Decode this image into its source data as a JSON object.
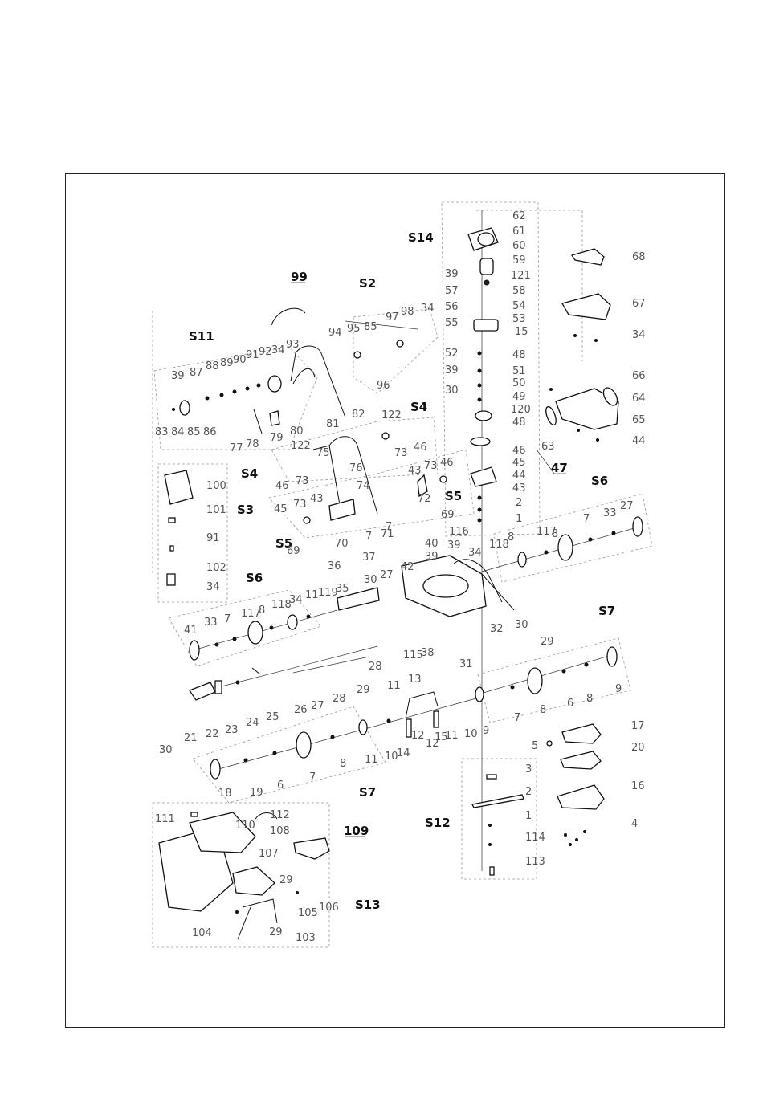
{
  "sections": {
    "s14": "S14",
    "s11": "S11",
    "s2": "S2",
    "s4a": "S4",
    "s4b": "S4",
    "s3": "S3",
    "s5a": "S5",
    "s5b": "S5",
    "s6a": "S6",
    "s6b": "S6",
    "s7a": "S7",
    "s7b": "S7",
    "s12": "S12",
    "s13": "S13",
    "p99": "99",
    "p109": "109",
    "p47": "47"
  },
  "labels": [
    "62",
    "61",
    "60",
    "59",
    "121",
    "58",
    "54",
    "53",
    "15",
    "57",
    "56",
    "55",
    "39",
    "52",
    "48",
    "51",
    "50",
    "39",
    "30",
    "49",
    "120",
    "48",
    "46",
    "45",
    "44",
    "43",
    "2",
    "1",
    "68",
    "67",
    "34",
    "66",
    "64",
    "65",
    "63",
    "44",
    "95",
    "85",
    "97",
    "98",
    "34",
    "94",
    "93",
    "96",
    "82",
    "39",
    "87",
    "88",
    "89",
    "90",
    "91",
    "92",
    "34",
    "83",
    "84",
    "85",
    "86",
    "77",
    "78",
    "79",
    "80",
    "122",
    "46",
    "73",
    "81",
    "122",
    "75",
    "76",
    "74",
    "46",
    "73",
    "43",
    "73",
    "46",
    "72",
    "69",
    "45",
    "73",
    "43",
    "7",
    "71",
    "69",
    "70",
    "7",
    "100",
    "101",
    "91",
    "102",
    "34",
    "36",
    "37",
    "35",
    "30",
    "27",
    "11",
    "119",
    "34",
    "118",
    "8",
    "117",
    "7",
    "33",
    "41",
    "40",
    "39",
    "42",
    "39",
    "116",
    "31",
    "32",
    "30",
    "29",
    "38",
    "115",
    "11",
    "34",
    "118",
    "8",
    "117",
    "8",
    "7",
    "33",
    "27",
    "28",
    "29",
    "28",
    "27",
    "26",
    "25",
    "24",
    "23",
    "22",
    "21",
    "30",
    "13",
    "12",
    "14",
    "12",
    "15",
    "11",
    "10",
    "11",
    "10",
    "9",
    "8",
    "7",
    "6",
    "8",
    "9",
    "8",
    "7",
    "6",
    "19",
    "18",
    "17",
    "20",
    "16",
    "5",
    "4",
    "3",
    "2",
    "1",
    "114",
    "113",
    "111",
    "112",
    "110",
    "108",
    "107",
    "29",
    "105",
    "106",
    "29",
    "103",
    "104"
  ]
}
